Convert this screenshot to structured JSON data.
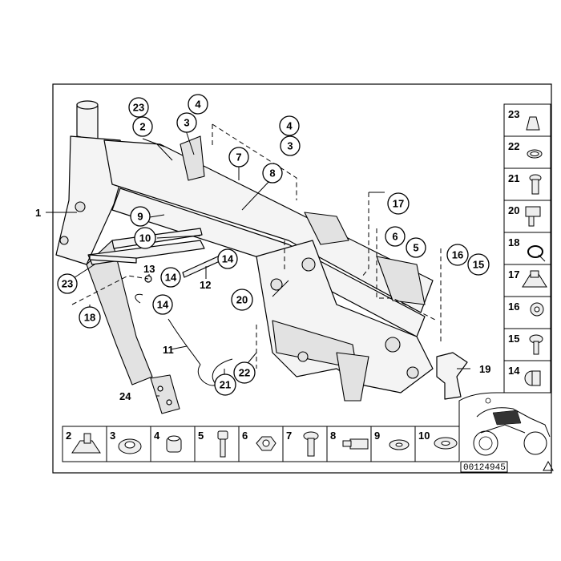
{
  "diagram_id": "00124945",
  "callouts": {
    "c1": "1",
    "c2": "2",
    "c3": "3",
    "c4": "4",
    "c3b": "3",
    "c4b": "4",
    "c5": "5",
    "c6": "6",
    "c7": "7",
    "c8": "8",
    "c9": "9",
    "c10": "10",
    "c11": "11",
    "c12": "12",
    "c13": "13",
    "c14a": "14",
    "c14b": "14",
    "c14c": "14",
    "c15": "15",
    "c16": "16",
    "c17": "17",
    "c18": "18",
    "c19": "19",
    "c20": "20",
    "c21": "21",
    "c22": "22",
    "c23a": "23",
    "c23b": "23",
    "c24": "24"
  },
  "side_legend": [
    "23",
    "22",
    "21",
    "20",
    "18",
    "17",
    "16",
    "15",
    "14"
  ],
  "bottom_legend": [
    "2",
    "3",
    "4",
    "5",
    "6",
    "7",
    "8",
    "9",
    "10"
  ],
  "icons": {
    "warning": "warning-triangle-icon",
    "motorcycle": "motorcycle-thumbnail-icon"
  }
}
